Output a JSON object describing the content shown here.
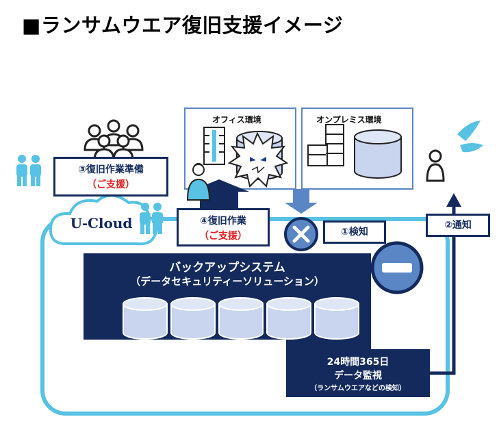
{
  "title": "■ランサムウエア復旧支援イメージ",
  "cloud_logo": "U-Cloud",
  "office_env": {
    "title": "オフィス環境"
  },
  "onprem_env": {
    "title": "オンプレミス環境"
  },
  "step3": {
    "label": "③復旧作業準備",
    "sub": "（ご支援）"
  },
  "step4": {
    "label": "④復旧作業",
    "sub": "（ご支援）"
  },
  "step1": {
    "label": "①検知"
  },
  "step2": {
    "label": "②通知"
  },
  "backup_system": {
    "name": "バックアップシステム",
    "subtitle": "（データセキュリティーソリューション）"
  },
  "monitoring": {
    "line1": "24時間365日",
    "line2": "データ監視",
    "line3": "（ランサムウエアなどの検知）"
  },
  "colors": {
    "navy": "#142a5c",
    "sky": "#57c2e3",
    "cylinder": "#c9d4ef",
    "office": "#5b86c5",
    "person": "#222222"
  }
}
